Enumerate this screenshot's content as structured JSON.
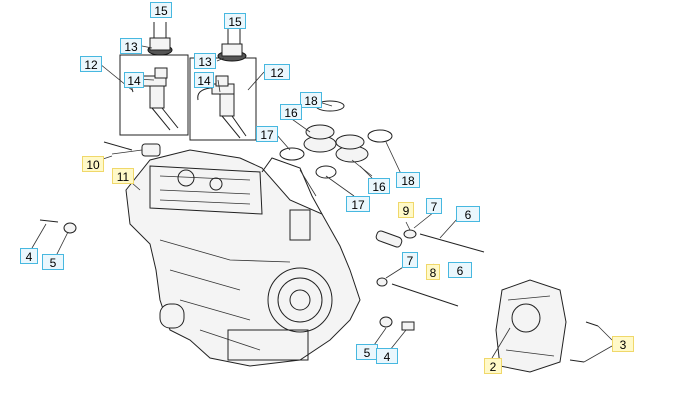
{
  "diagram": {
    "callouts": [
      {
        "id": "c15a",
        "label": "15",
        "style": "blue"
      },
      {
        "id": "c13a",
        "label": "13",
        "style": "blue"
      },
      {
        "id": "c12a",
        "label": "12",
        "style": "blue"
      },
      {
        "id": "c14a",
        "label": "14",
        "style": "blue"
      },
      {
        "id": "c15b",
        "label": "15",
        "style": "blue"
      },
      {
        "id": "c13b",
        "label": "13",
        "style": "blue"
      },
      {
        "id": "c12b",
        "label": "12",
        "style": "blue"
      },
      {
        "id": "c14b",
        "label": "14",
        "style": "blue"
      },
      {
        "id": "c18a",
        "label": "18",
        "style": "blue"
      },
      {
        "id": "c16a",
        "label": "16",
        "style": "blue"
      },
      {
        "id": "c17a",
        "label": "17",
        "style": "blue"
      },
      {
        "id": "c16b",
        "label": "16",
        "style": "blue"
      },
      {
        "id": "c18b",
        "label": "18",
        "style": "blue"
      },
      {
        "id": "c17b",
        "label": "17",
        "style": "blue"
      },
      {
        "id": "c10",
        "label": "10",
        "style": "yellow"
      },
      {
        "id": "c11",
        "label": "11",
        "style": "yellow"
      },
      {
        "id": "c9",
        "label": "9",
        "style": "yellow"
      },
      {
        "id": "c7a",
        "label": "7",
        "style": "blue"
      },
      {
        "id": "c6a",
        "label": "6",
        "style": "blue"
      },
      {
        "id": "c7b",
        "label": "7",
        "style": "blue"
      },
      {
        "id": "c8",
        "label": "8",
        "style": "yellow"
      },
      {
        "id": "c6b",
        "label": "6",
        "style": "blue"
      },
      {
        "id": "c4a",
        "label": "4",
        "style": "blue"
      },
      {
        "id": "c5a",
        "label": "5",
        "style": "blue"
      },
      {
        "id": "c5b",
        "label": "5",
        "style": "blue"
      },
      {
        "id": "c4b",
        "label": "4",
        "style": "blue"
      },
      {
        "id": "c3",
        "label": "3",
        "style": "yellow"
      },
      {
        "id": "c2",
        "label": "2",
        "style": "yellow"
      }
    ]
  }
}
